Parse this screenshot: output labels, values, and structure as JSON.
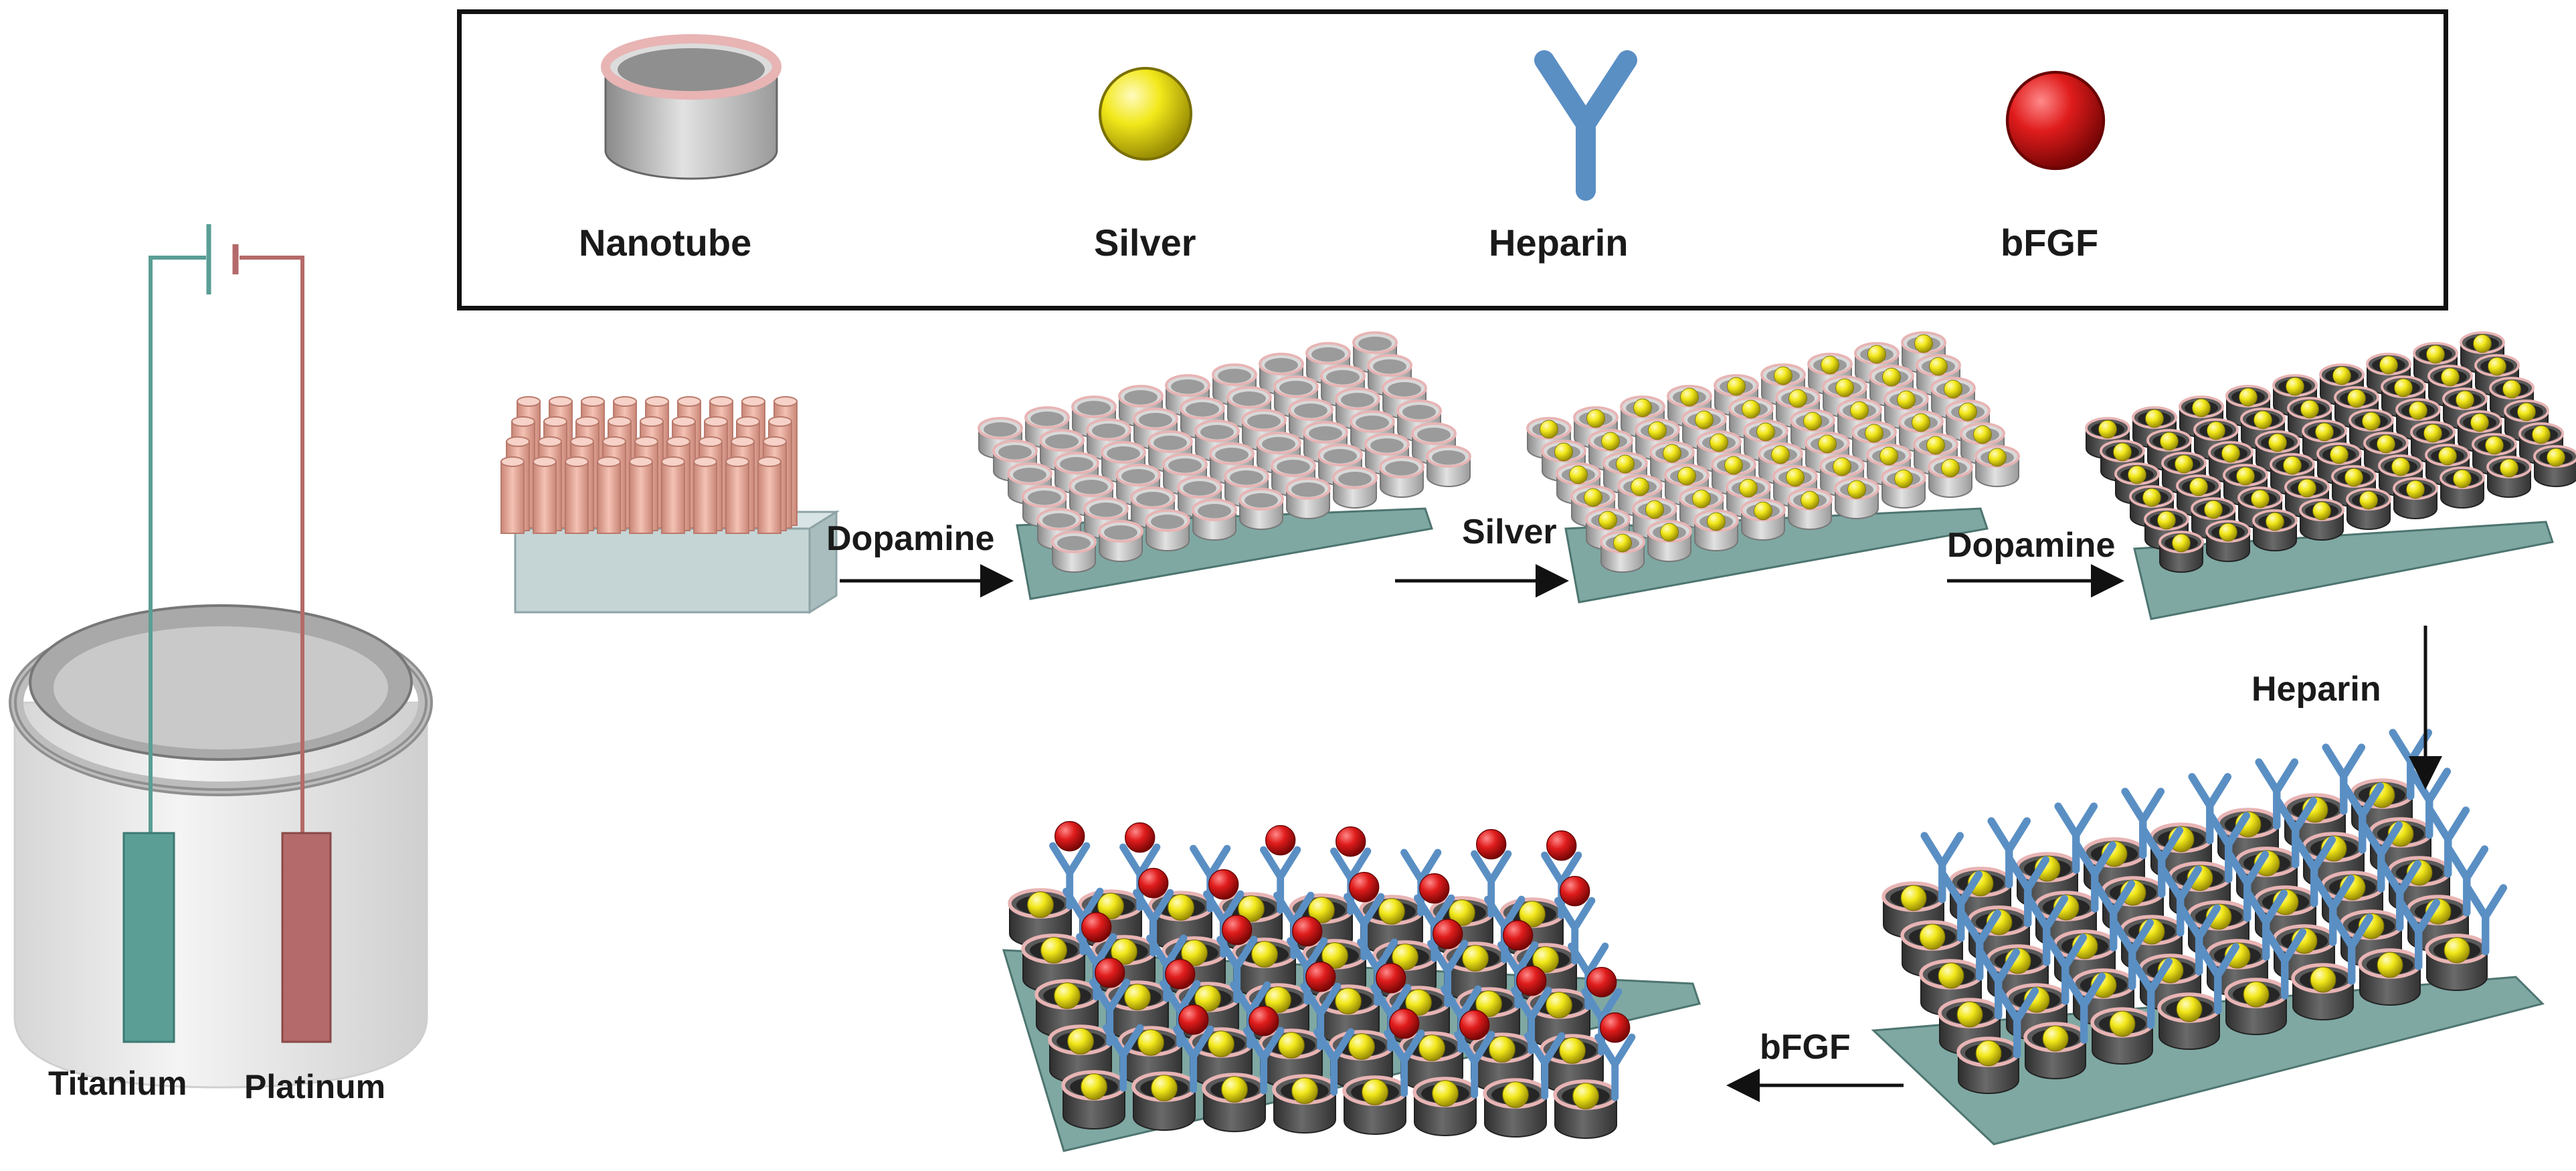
{
  "legend": {
    "items": [
      {
        "key": "nanotube",
        "label": "Nanotube"
      },
      {
        "key": "silver",
        "label": "Silver"
      },
      {
        "key": "heparin",
        "label": "Heparin"
      },
      {
        "key": "bfgf",
        "label": "bFGF"
      }
    ]
  },
  "electrochemical_cell": {
    "anode_label": "Titanium",
    "cathode_label": "Platinum"
  },
  "process_steps": [
    {
      "label": "Dopamine"
    },
    {
      "label": "Silver"
    },
    {
      "label": "Dopamine"
    },
    {
      "label": "Heparin"
    },
    {
      "label": "bFGF"
    }
  ],
  "colors": {
    "titanium": "#5a9e96",
    "platinum": "#b46a6a",
    "nanotube_gray": "#c8c8c8",
    "nanotube_dark": "#4a4a4a",
    "rim_pink": "#e8b4b4",
    "substrate": "#7fa8a3",
    "silver": "#f2e81a",
    "heparin": "#5a8fc4",
    "bfgf": "#e01c1c",
    "tube_copper": "#e8a898"
  }
}
